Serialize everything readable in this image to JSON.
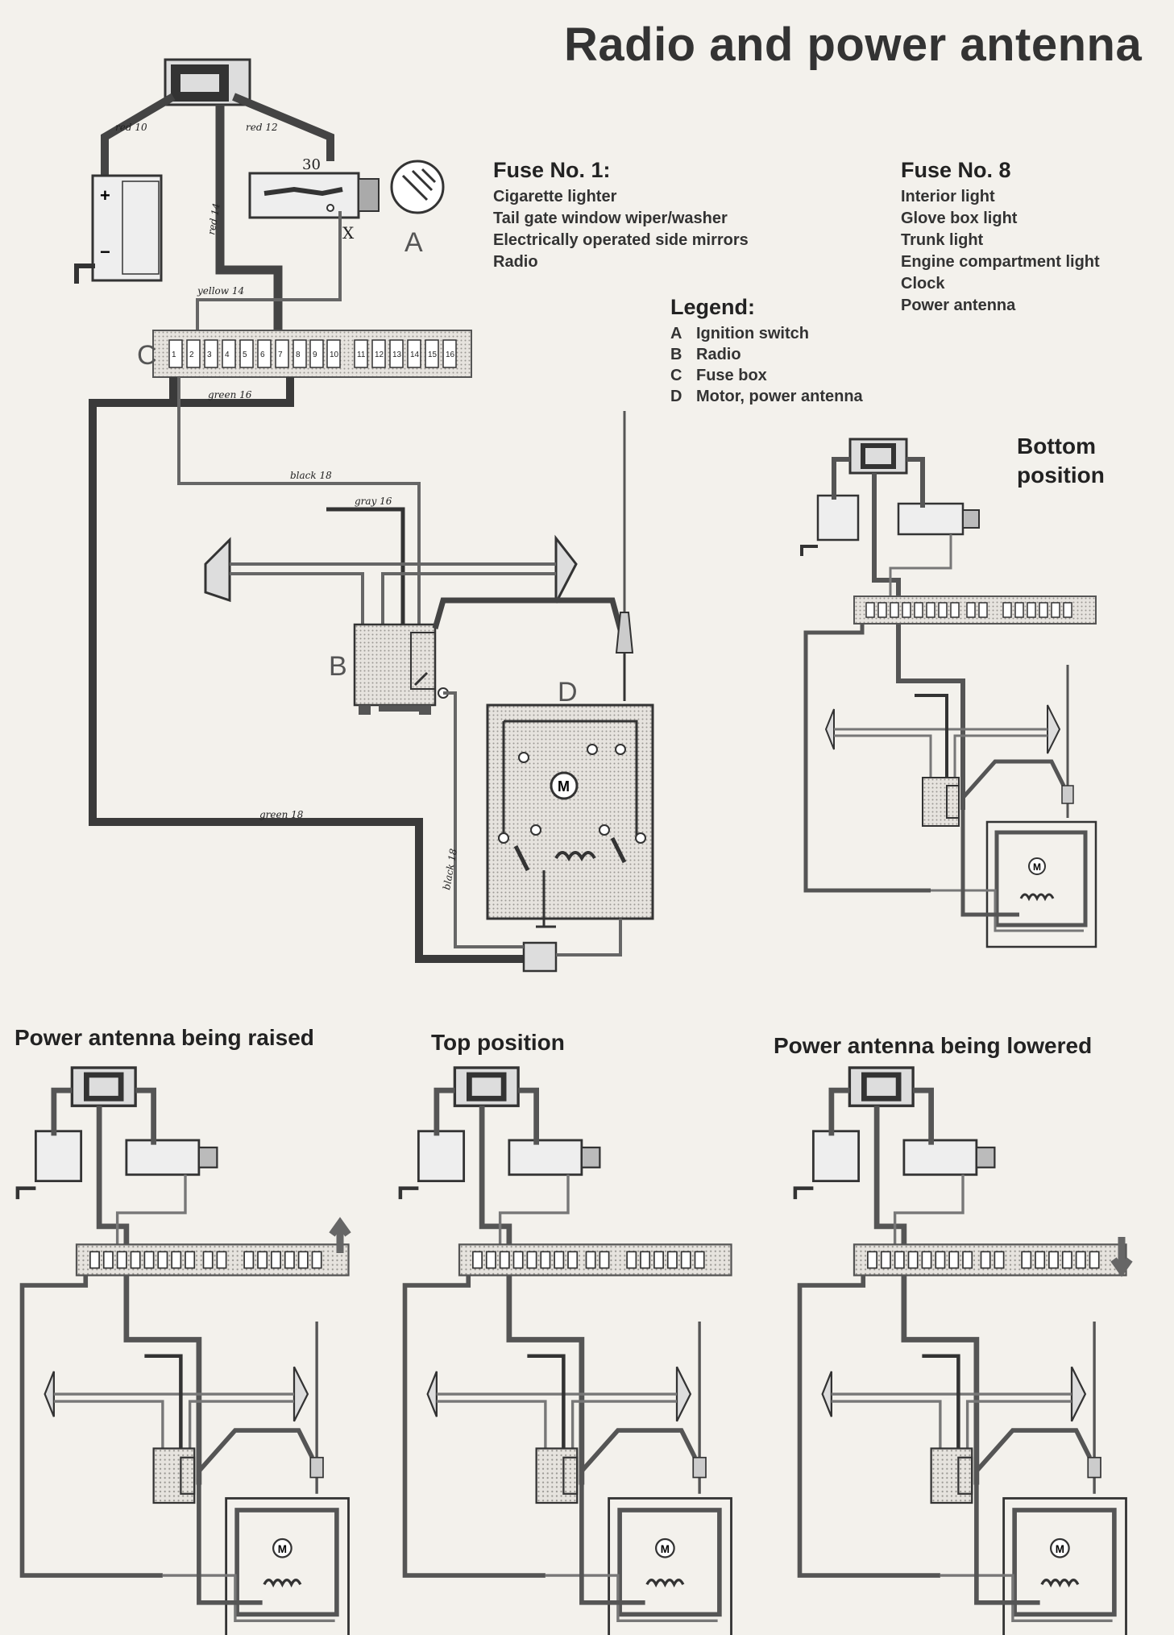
{
  "title": "Radio and power antenna",
  "fuse1": {
    "heading": "Fuse No. 1:",
    "items": [
      "Cigarette lighter",
      "Tail gate window wiper/washer",
      "Electrically operated side mirrors",
      "Radio"
    ]
  },
  "fuse8": {
    "heading": "Fuse No. 8",
    "items": [
      "Interior light",
      "Glove box light",
      "Trunk light",
      "Engine compartment light",
      "Clock",
      "Power antenna"
    ]
  },
  "legend": {
    "heading": "Legend:",
    "items": [
      {
        "key": "A",
        "label": "Ignition switch"
      },
      {
        "key": "B",
        "label": "Radio"
      },
      {
        "key": "C",
        "label": "Fuse box"
      },
      {
        "key": "D",
        "label": "Motor, power antenna"
      }
    ]
  },
  "letters": {
    "a": "A",
    "b": "B",
    "c": "C",
    "d": "D",
    "x": "X",
    "terminal30": "30"
  },
  "wire_labels": {
    "red10": "red 10",
    "red12": "red 12",
    "red14": "red 14",
    "yellow14": "yellow 14",
    "green16": "green 16",
    "black18": "black 18",
    "gray16": "gray 16",
    "green18": "green 18",
    "black18b": "black 18"
  },
  "fuse_numbers": [
    "1",
    "2",
    "3",
    "4",
    "5",
    "6",
    "7",
    "8",
    "9",
    "10",
    "11",
    "12",
    "13",
    "14",
    "15",
    "16"
  ],
  "captions": {
    "bottom": "Bottom\nposition",
    "raised": "Power antenna being raised",
    "top": "Top position",
    "lowered": "Power antenna being lowered"
  }
}
